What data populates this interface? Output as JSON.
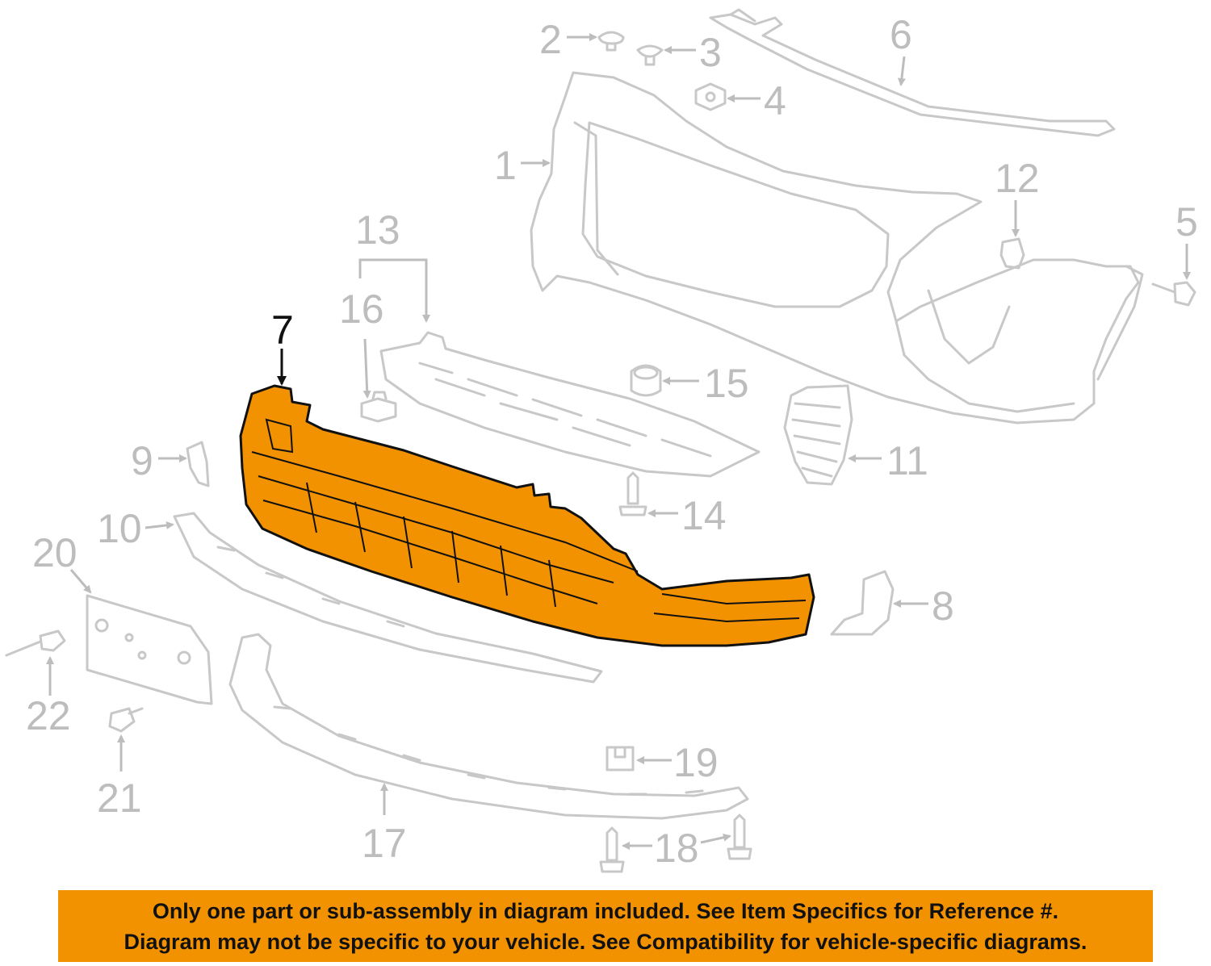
{
  "colors": {
    "highlight": "#f39200",
    "line_gray": "#c8c8c8",
    "label_gray": "#bdbdbd",
    "outline_dark": "#111111"
  },
  "highlighted_part": "7",
  "callouts": [
    {
      "id": "1",
      "label": "1"
    },
    {
      "id": "2",
      "label": "2"
    },
    {
      "id": "3",
      "label": "3"
    },
    {
      "id": "4",
      "label": "4"
    },
    {
      "id": "5",
      "label": "5"
    },
    {
      "id": "6",
      "label": "6"
    },
    {
      "id": "7",
      "label": "7"
    },
    {
      "id": "8",
      "label": "8"
    },
    {
      "id": "9",
      "label": "9"
    },
    {
      "id": "10",
      "label": "10"
    },
    {
      "id": "11",
      "label": "11"
    },
    {
      "id": "12",
      "label": "12"
    },
    {
      "id": "13",
      "label": "13"
    },
    {
      "id": "14",
      "label": "14"
    },
    {
      "id": "15",
      "label": "15"
    },
    {
      "id": "16",
      "label": "16"
    },
    {
      "id": "17",
      "label": "17"
    },
    {
      "id": "18",
      "label": "18"
    },
    {
      "id": "19",
      "label": "19"
    },
    {
      "id": "20",
      "label": "20"
    },
    {
      "id": "21",
      "label": "21"
    },
    {
      "id": "22",
      "label": "22"
    }
  ],
  "notice": {
    "line1": "Only one part or sub-assembly in diagram included. See Item Specifics for Reference #.",
    "line2": "Diagram may not be specific to your vehicle. See Compatibility for vehicle-specific diagrams."
  }
}
